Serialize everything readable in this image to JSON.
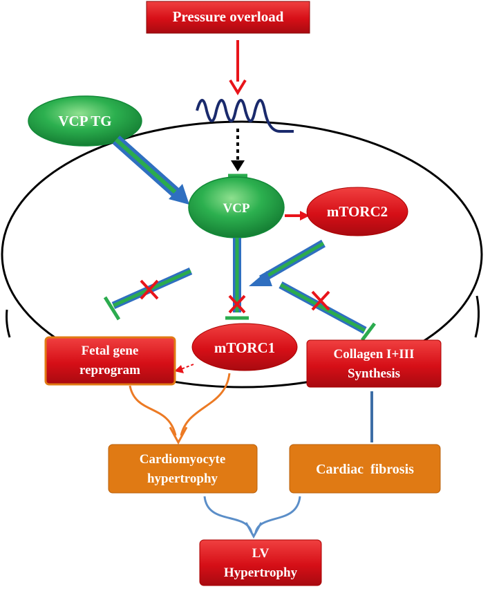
{
  "nodes": {
    "pressure_overload": "Pressure overload",
    "vcp_tg": "VCP TG",
    "vcp": "VCP",
    "mtorc2": "mTORC2",
    "mtorc1": "mTORC1",
    "fetal_gene": [
      "Fetal gene",
      "reprogram"
    ],
    "collagen": [
      "Collagen I+III",
      "Synthesis"
    ],
    "cardiomyocyte": [
      "Cardiomyocyte",
      "hypertrophy"
    ],
    "cardiac_fibrosis": "Cardiac  fibrosis",
    "lv": [
      "LV",
      "Hypertrophy"
    ]
  },
  "colors": {
    "red_box": "#e8141a",
    "orange_box": "#e07a14",
    "green_node": "#1faa4f",
    "arrow_red": "#e8141a",
    "arrow_green": "#2bab4e",
    "arrow_blue": "#2f6fc0",
    "arrow_orange": "#ec7a24",
    "arrow_steel": "#3d6ea6",
    "receptor_navy": "#1a2a6c",
    "inhibit_x": "#e8141a"
  }
}
